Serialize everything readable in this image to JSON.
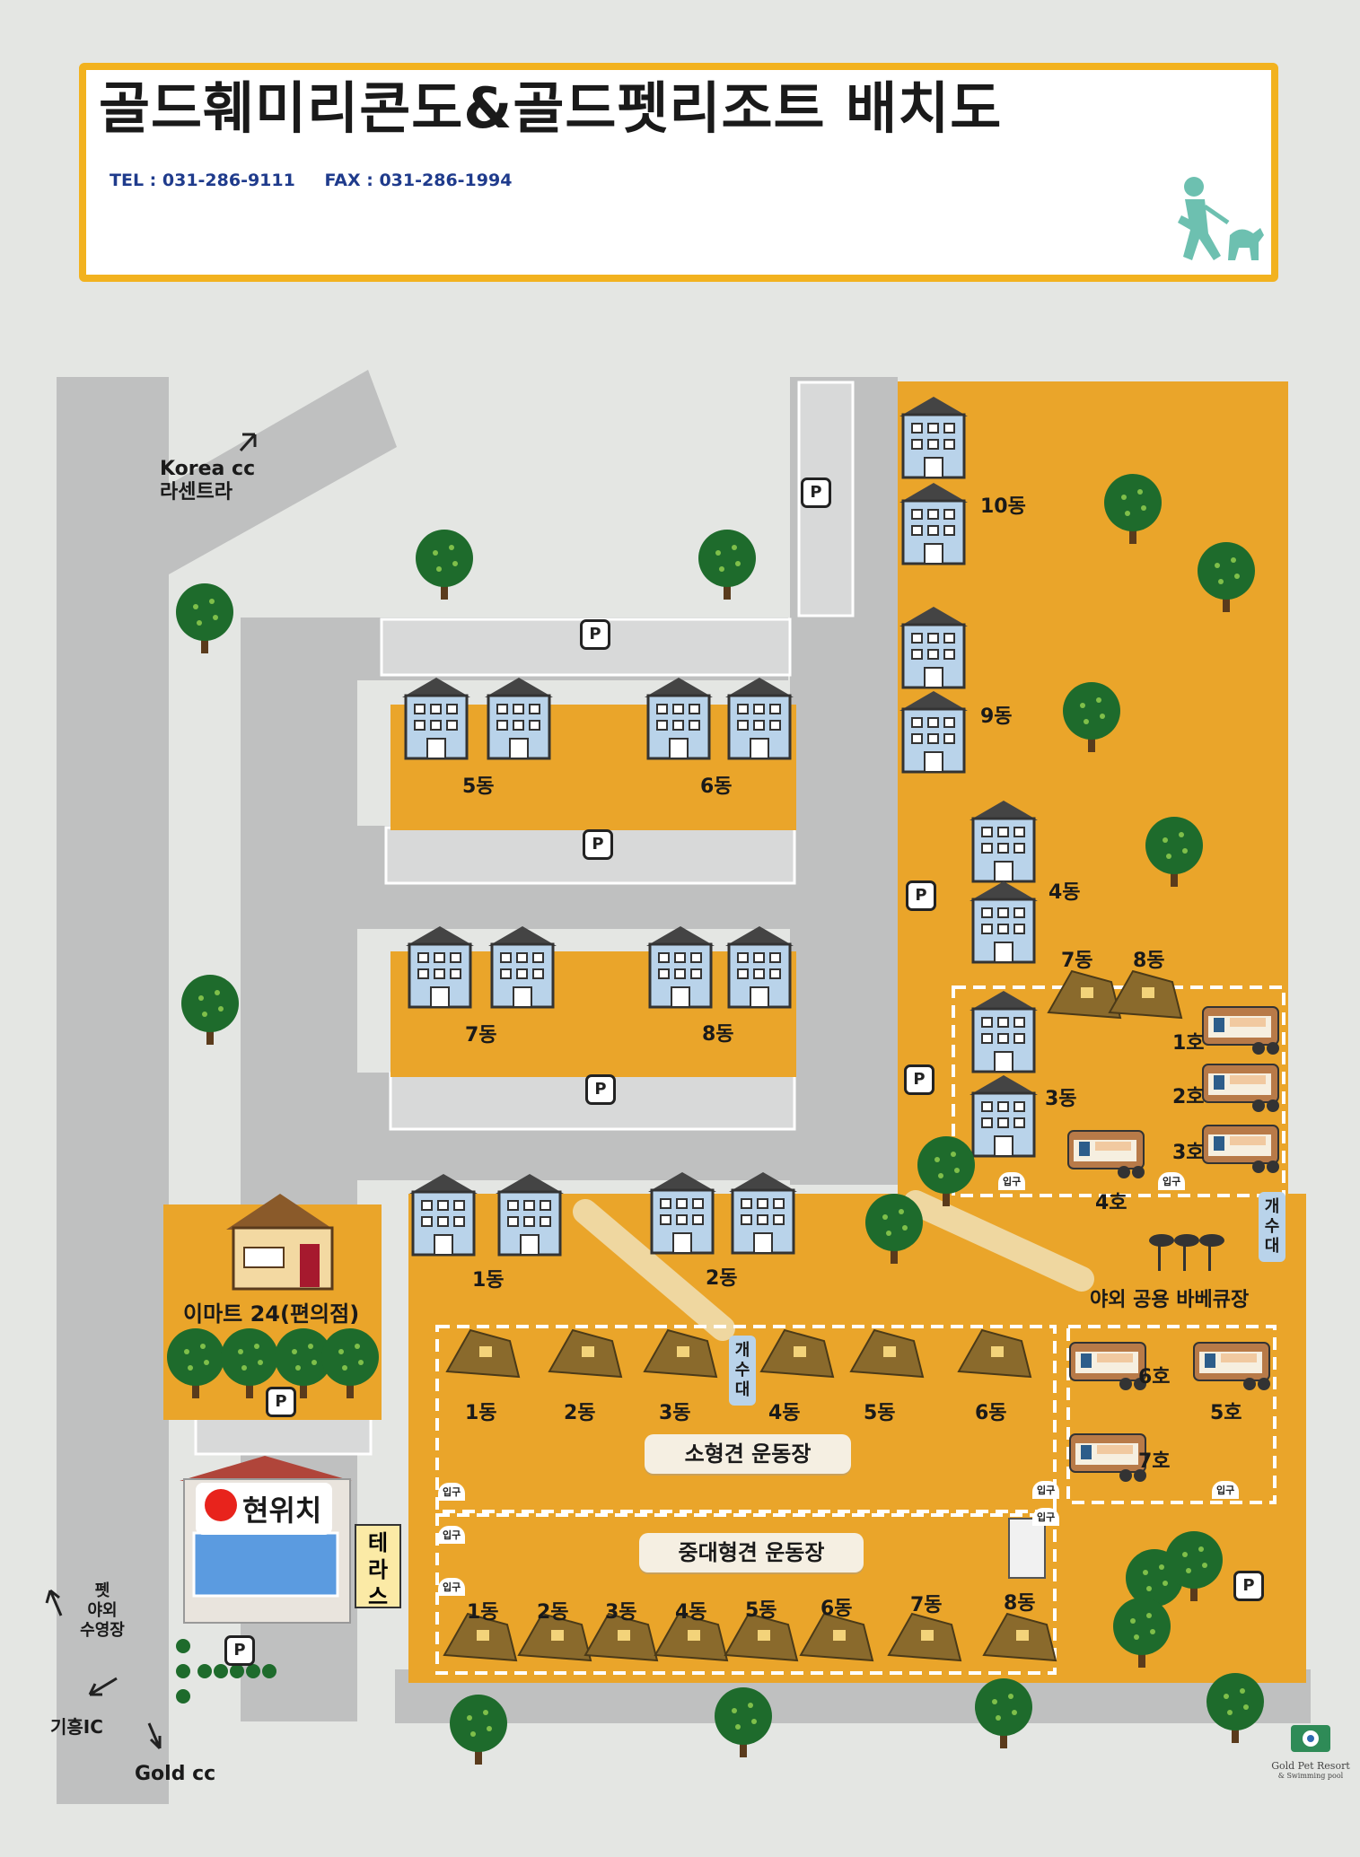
{
  "title": "골드훼미리콘도&골드펫리조트 배치도",
  "contact": {
    "tel": "TEL : 031-286-9111",
    "fax": "FAX : 031-286-1994"
  },
  "directions": {
    "korea_cc_line1": "Korea cc",
    "korea_cc_line2": "라센트라",
    "pool_line1": "펫",
    "pool_line2": "야외",
    "pool_line3": "수영장",
    "giheung_ic": "기흥IC",
    "gold_cc": "Gold cc"
  },
  "parking_symbol": "P",
  "condo_buildings": {
    "b5": "5동",
    "b6": "6동",
    "b7": "7동",
    "b8": "8동",
    "b1": "1동",
    "b2": "2동"
  },
  "east_buildings": {
    "b10": "10동",
    "b9": "9동",
    "b4": "4동",
    "b3": "3동"
  },
  "east_cabins": {
    "c7": "7동",
    "c8": "8동"
  },
  "caravans": {
    "r1": "1호",
    "r2": "2호",
    "r3": "3호",
    "r4": "4호",
    "r5": "5호",
    "r6": "6호",
    "r7": "7호"
  },
  "entrance": "입구",
  "sink": "개\n수\n대",
  "bbq": "야외 공용 바베큐장",
  "store": "이마트 24(편의점)",
  "small_field": {
    "name": "소형견 운동장",
    "tents": [
      "1동",
      "2동",
      "3동",
      "4동",
      "5동",
      "6동"
    ]
  },
  "large_field": {
    "name": "중대형견 운동장",
    "tents": [
      "1동",
      "2동",
      "3동",
      "4동",
      "5동",
      "6동",
      "7동",
      "8동"
    ]
  },
  "current_location": "현위치",
  "terrace": "테\n라\n스",
  "logo": {
    "line1": "Gold Pet Resort",
    "line2": "& Swimming pool"
  },
  "colors": {
    "accent": "#f2b21f",
    "lot": "#eaa52a",
    "road": "#bfc0c0",
    "tree": "#1e6b2c",
    "building": "#b9d3ea"
  }
}
